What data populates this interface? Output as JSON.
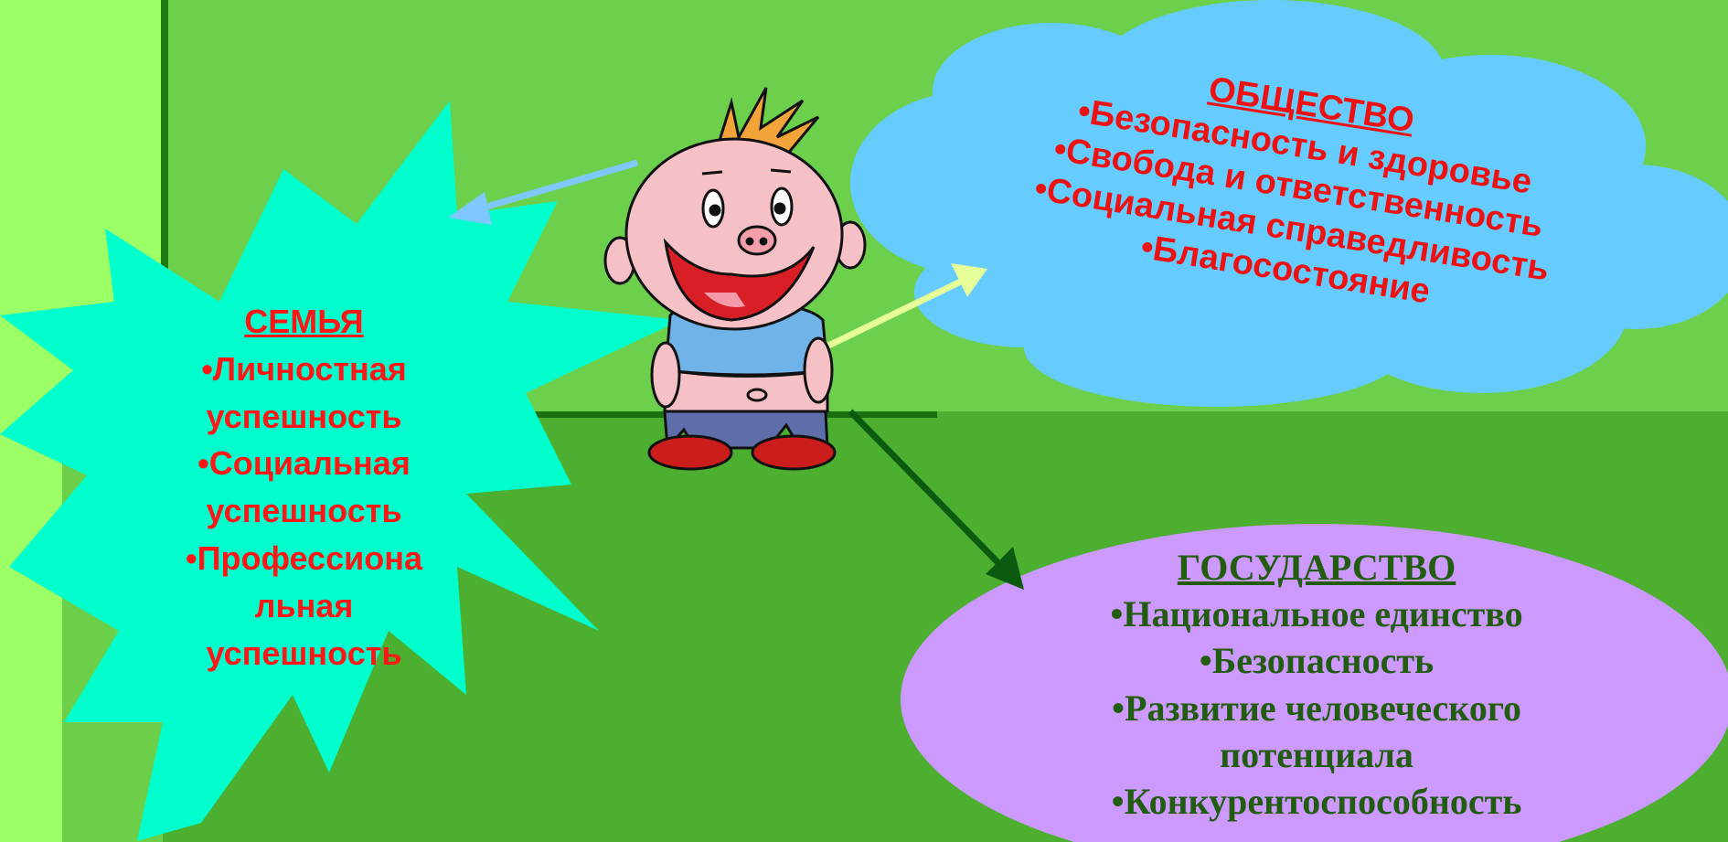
{
  "semya": {
    "heading": " СЕМЬЯ",
    "items": [
      "•Личностная",
      "успешность",
      "•Социальная",
      "успешность",
      "•Профессиона",
      "льная",
      "успешность"
    ]
  },
  "obshchestvo": {
    "heading": "ОБЩЕСТВО",
    "items": [
      "•Безопасность и здоровье",
      "•Свобода и ответственность",
      "•Социальная справедливость",
      "•Благосостояние"
    ]
  },
  "gosudarstvo": {
    "heading": "ГОСУДАРСТВО",
    "items": [
      "•Национальное единство",
      "•Безопасность",
      "•Развитие человеческого",
      "потенциала",
      "•Конкурентоспособность"
    ]
  },
  "colors": {
    "background_top": "#6cd04c",
    "background_bottom": "#4caf2f",
    "left_strip": "#9dff66",
    "starburst": "#00ffcc",
    "cloud": "#66ccff",
    "ellipse": "#cc99ff",
    "arrow_semya": "#7ec8ff",
    "arrow_obshchestvo": "#e6ff99",
    "arrow_gosudarstvo": "#0b5a10",
    "text_red": "#ee1111",
    "text_green": "#215c0f"
  },
  "character": "cartoon-boy"
}
